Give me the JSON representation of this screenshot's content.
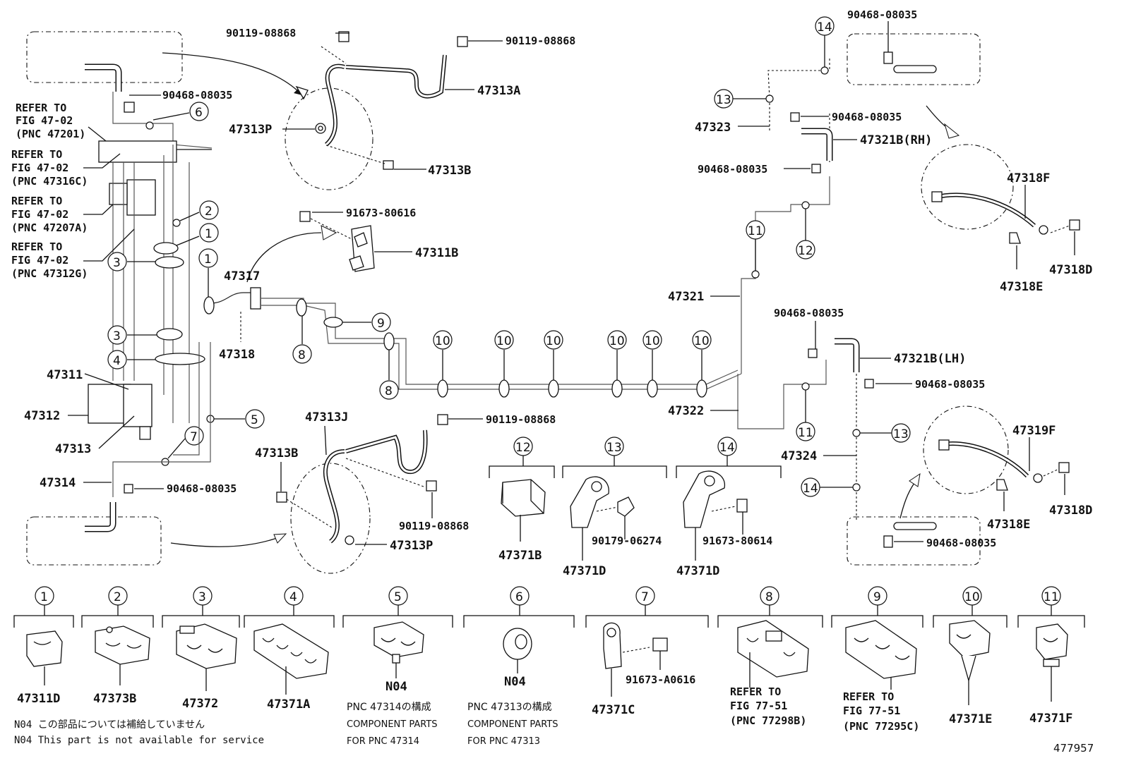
{
  "diagram": {
    "figure_number": "477957",
    "callouts": {
      "p90119_a": "90119-08868",
      "p90119_b": "90119-08868",
      "p47313A": "47313A",
      "p47313P_top": "47313P",
      "p47313B_top": "47313B",
      "p90468_a": "90468-08035",
      "ref1_l1": "REFER TO",
      "ref1_l2": "FIG 47-02",
      "ref1_l3": "(PNC 47201)",
      "ref2_l1": "REFER TO",
      "ref2_l2": "FIG 47-02",
      "ref2_l3": "(PNC 47316C)",
      "ref3_l1": "REFER TO",
      "ref3_l2": "FIG 47-02",
      "ref3_l3": "(PNC 47207A)",
      "ref4_l1": "REFER TO",
      "ref4_l2": "FIG 47-02",
      "ref4_l3": "(PNC 47312G)",
      "p91673_80616": "91673-80616",
      "p47311B": "47311B",
      "p47317": "47317",
      "p47318": "47318",
      "p47311": "47311",
      "p47312": "47312",
      "p47313": "47313",
      "p47314": "47314",
      "p90468_b": "90468-08035",
      "p47313J": "47313J",
      "p90119_c": "90119-08868",
      "p47313B_bot": "47313B",
      "p90119_d": "90119-08868",
      "p47313P_bot": "47313P",
      "p90468_c": "90468-08035",
      "p90468_d": "90468-08035",
      "p47323": "47323",
      "p47321B_RH": "47321B(RH)",
      "p90468_e": "90468-08035",
      "p47318F": "47318F",
      "p47318D_top": "47318D",
      "p47318E_top": "47318E",
      "p47321": "47321",
      "p90468_f": "90468-08035",
      "p47321B_LH": "47321B(LH)",
      "p90468_g": "90468-08035",
      "p47322": "47322",
      "p47324": "47324",
      "p47319F": "47319F",
      "p47318E_bot": "47318E",
      "p47318D_bot": "47318D",
      "p90468_h": "90468-08035",
      "p47371B": "47371B",
      "p47371D_a": "47371D",
      "p90179": "90179-06274",
      "p47371D_b": "47371D",
      "p91673_80614": "91673-80614"
    },
    "circle_numbers": [
      "1",
      "2",
      "3",
      "4",
      "5",
      "6",
      "7",
      "8",
      "9",
      "10",
      "11",
      "12",
      "13",
      "14"
    ],
    "legend": [
      {
        "num": "1",
        "part": "47311D"
      },
      {
        "num": "2",
        "part": "47373B"
      },
      {
        "num": "3",
        "part": "47372"
      },
      {
        "num": "4",
        "part": "47371A"
      },
      {
        "num": "5",
        "part": "N04"
      },
      {
        "num": "6",
        "part": "N04"
      },
      {
        "num": "7",
        "part": "47371C",
        "extra": "91673-A0616"
      },
      {
        "num": "8",
        "l1": "REFER TO",
        "l2": "FIG 77-51",
        "l3": "(PNC 77298B)"
      },
      {
        "num": "9",
        "l1": "REFER TO",
        "l2": "FIG 77-51",
        "l3": "(PNC 77295C)"
      },
      {
        "num": "10",
        "part": "47371E"
      },
      {
        "num": "11",
        "part": "47371F"
      }
    ],
    "notes": {
      "n04_jp": "N04 この部品については補給していません",
      "n04_en": "N04 This part is not available for service",
      "pnc47314_jp": "PNC 47314の構成",
      "pnc47314_en1": "COMPONENT PARTS",
      "pnc47314_en2": "FOR PNC 47314",
      "pnc47313_jp": "PNC 47313の構成",
      "pnc47313_en1": "COMPONENT PARTS",
      "pnc47313_en2": "FOR PNC 47313"
    }
  }
}
